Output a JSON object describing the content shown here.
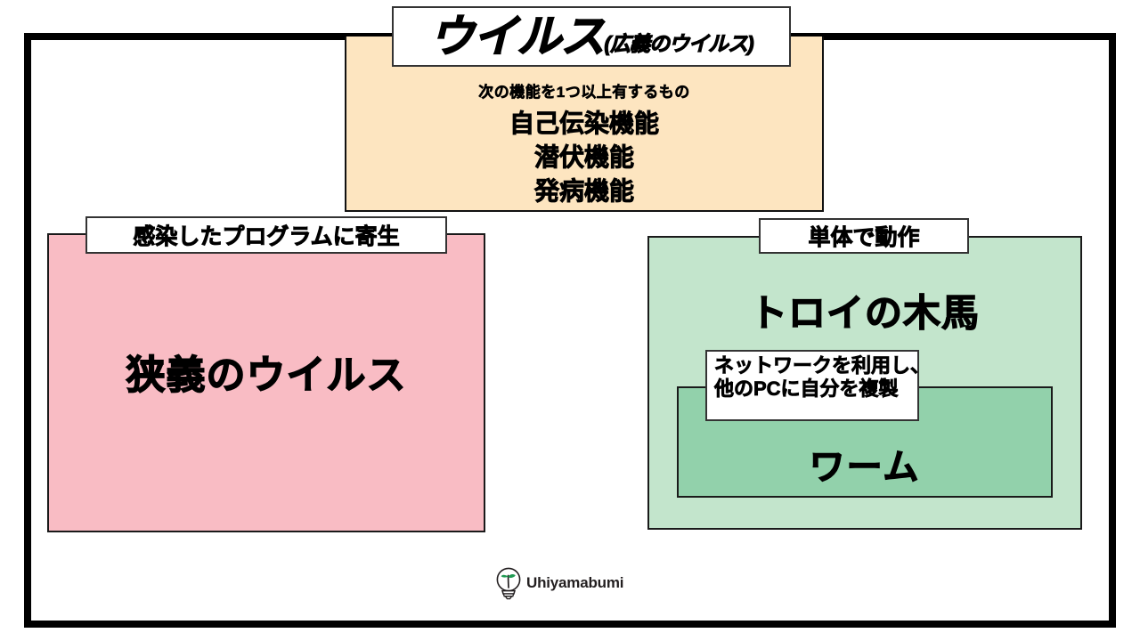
{
  "diagram": {
    "virus_broad": {
      "title_main": "ウイルス",
      "title_sub": "(広義のウイルス)",
      "subtitle": "次の機能を1つ以上有するもの",
      "features": [
        "自己伝染機能",
        "潜伏機能",
        "発病機能"
      ],
      "fill_color": "#fde5c0"
    },
    "virus_narrow": {
      "label": "感染したプログラムに寄生",
      "title": "狭義のウイルス",
      "fill_color": "#f9bcc4"
    },
    "trojan": {
      "label": "単体で動作",
      "title": "トロイの木馬",
      "fill_color": "#c3e5cc"
    },
    "worm": {
      "label_line1": "ネットワークを利用し、",
      "label_line2": "他のPCに自分を複製",
      "title": "ワーム",
      "fill_color": "#92d1ab"
    }
  },
  "footer": {
    "logo_icon": "lightbulb-sprout-icon",
    "brand": "Uhiyamabumi",
    "brand_color": "#231f20",
    "sprout_color": "#1f9a52"
  }
}
